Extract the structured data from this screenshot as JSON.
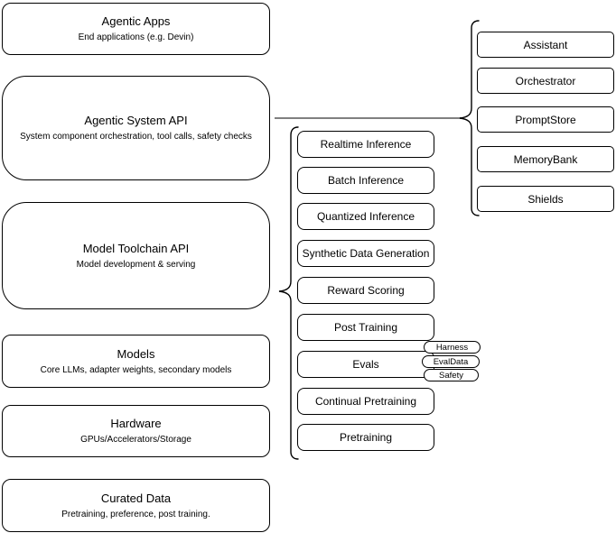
{
  "colors": {
    "stroke": "#000000",
    "node_fill": "#ffffff",
    "background": "#ffffff",
    "connector": "#808080"
  },
  "left_stack": [
    {
      "title": "Agentic Apps",
      "subtitle": "End applications (e.g. Devin)"
    },
    {
      "title": "Agentic System API",
      "subtitle": "System component orchestration, tool calls, safety checks"
    },
    {
      "title": "Model Toolchain API",
      "subtitle": "Model development & serving"
    },
    {
      "title": "Models",
      "subtitle": "Core LLMs, adapter weights, secondary models"
    },
    {
      "title": "Hardware",
      "subtitle": "GPUs/Accelerators/Storage"
    },
    {
      "title": "Curated Data",
      "subtitle": "Pretraining, preference, post training."
    }
  ],
  "toolchain": {
    "items": [
      "Realtime Inference",
      "Batch Inference",
      "Quantized Inference",
      "Synthetic Data Generation",
      "Reward Scoring",
      "Post Training",
      "Evals",
      "Continual Pretraining",
      "Pretraining"
    ]
  },
  "evals_tags": [
    "Harness",
    "EvalData",
    "Safety"
  ],
  "system_components": [
    "Assistant",
    "Orchestrator",
    "PromptStore",
    "MemoryBank",
    "Shields"
  ]
}
